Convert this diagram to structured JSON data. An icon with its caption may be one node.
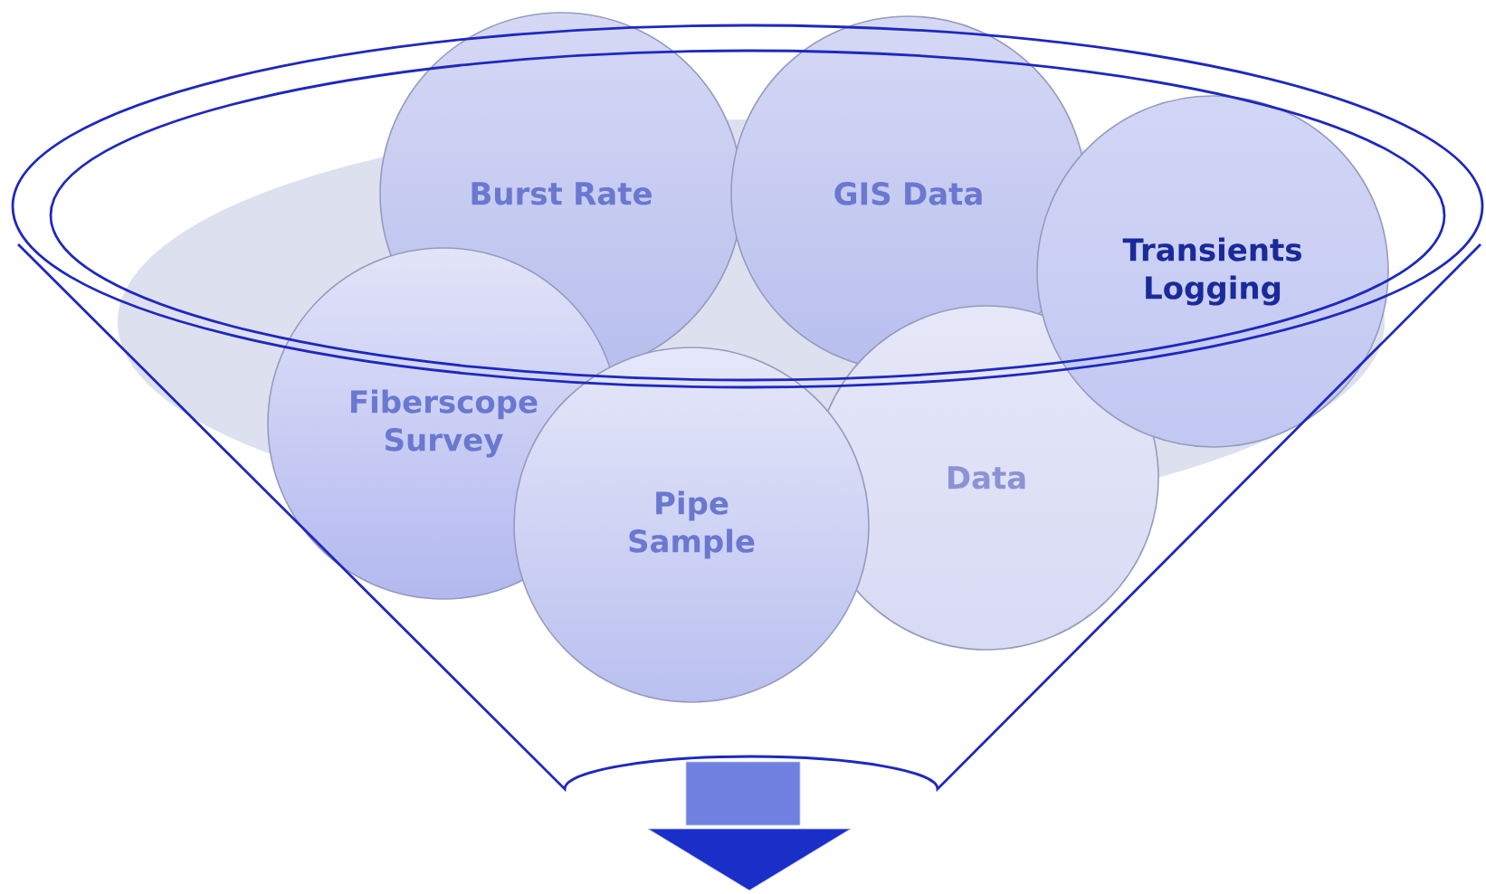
{
  "diagram": {
    "nodes": [
      {
        "text": [
          "Burst Rate"
        ]
      },
      {
        "text": [
          "GIS Data"
        ]
      },
      {
        "text": [
          "Fiberscope Survey"
        ]
      },
      {
        "text": [
          "Data"
        ]
      },
      {
        "text": [
          "Transients Logging"
        ]
      },
      {
        "text": [
          "Pipe Sample"
        ]
      }
    ]
  }
}
